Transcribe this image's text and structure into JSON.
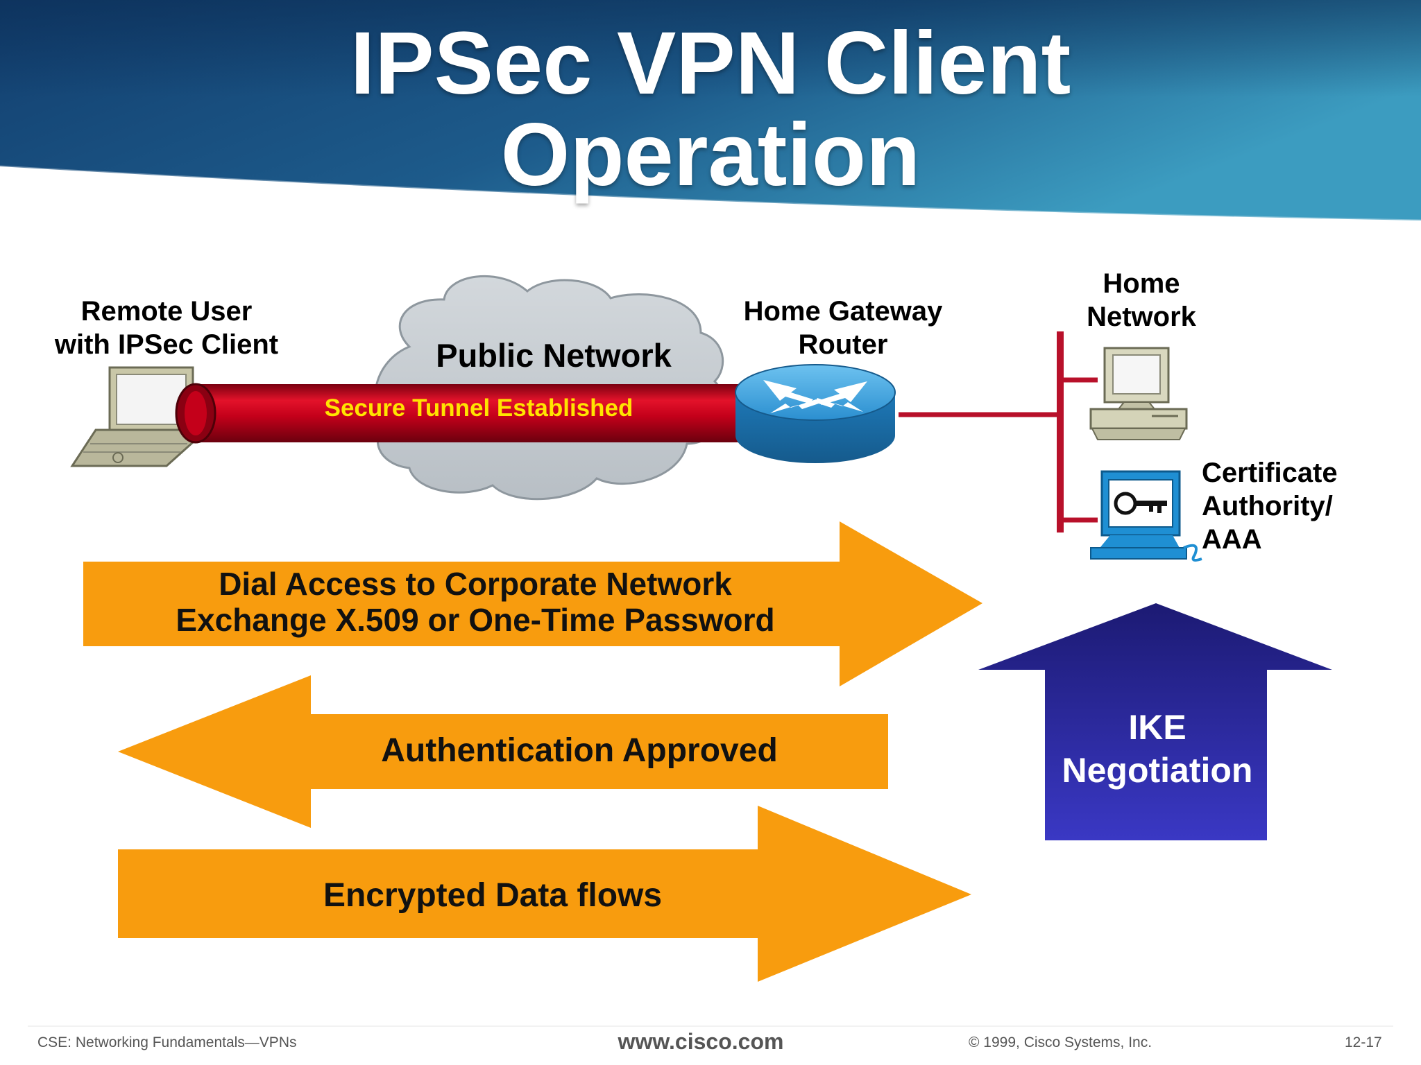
{
  "slide": {
    "title_line1": "IPSec VPN Client",
    "title_line2": "Operation"
  },
  "nodes": {
    "remote_user_line1": "Remote User",
    "remote_user_line2": "with IPSec Client",
    "public_network": "Public Network",
    "home_gateway_line1": "Home Gateway",
    "home_gateway_line2": "Router",
    "home_network_line1": "Home",
    "home_network_line2": "Network",
    "ca_line1": "Certificate",
    "ca_line2": "Authority/",
    "ca_line3": "AAA"
  },
  "tunnel": {
    "label": "Secure Tunnel Established"
  },
  "flows": {
    "step1_line1": "Dial Access to Corporate Network",
    "step1_line2": "Exchange X.509 or One-Time Password",
    "step2": "Authentication Approved",
    "step3": "Encrypted Data flows"
  },
  "ike": {
    "line1": "IKE",
    "line2": "Negotiation"
  },
  "footer": {
    "left": "CSE: Networking Fundamentals—VPNs",
    "center": "www.cisco.com",
    "copyright": "© 1999, Cisco Systems, Inc.",
    "page": "12-17"
  },
  "colors": {
    "header_blue": "#1b4f7d",
    "tunnel_red": "#c4001a",
    "tunnel_text": "#ffe400",
    "arrow_orange": "#f89c0e",
    "ike_blue": "#25248e",
    "router_blue": "#2b8fd0",
    "lan_red": "#b8102a",
    "cloud_gray": "#c9ced3"
  },
  "icons": {
    "laptop": "laptop-icon",
    "cloud": "cloud-icon",
    "router": "router-icon",
    "workstation": "workstation-icon",
    "ca_server": "key-server-icon"
  }
}
